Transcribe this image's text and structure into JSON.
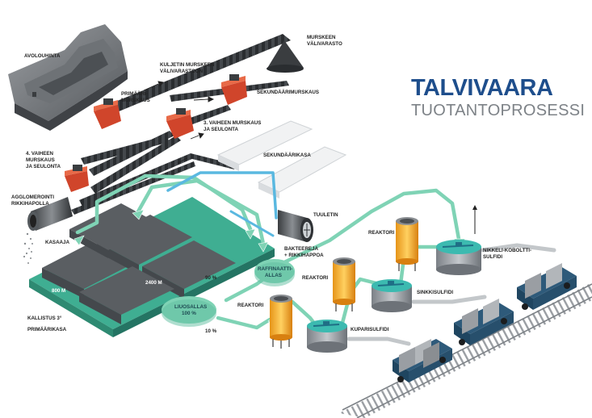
{
  "brand": {
    "title": "TALVIVAARA",
    "subtitle": "TUOTANTOPROSESSI",
    "title_color": "#1e4e8c",
    "subtitle_color": "#7d8287"
  },
  "labels": {
    "avolouhinta": "AVOLOUHINTA",
    "kuljetin_1": "KULJETIN MURSKEEN",
    "kuljetin_2": "VÄLIVARASTOON",
    "murskeen_1": "MURSKEEN",
    "murskeen_2": "VÄLIVARASTO",
    "primaari_1": "PRIMÄÄRI-",
    "primaari_2": "MURSKAUS",
    "sekundaarimurskaus": "SEKUNDÄÄRIMURSKAUS",
    "vaihe3_1": "3. VAIHEEN MURSKAUS",
    "vaihe3_2": "JA SEULONTA",
    "vaihe4_1": "4. VAIHEEN",
    "vaihe4_2": "MURSKAUS",
    "vaihe4_3": "JA SEULONTA",
    "sekundaarikasa": "SEKUNDÄÄRIKASA",
    "agglo_1": "AGGLOMEROINTI",
    "agglo_2": "RIKKIHAPOLLA",
    "kasaaja": "KASAAJA",
    "tuuletin": "TUULETIN",
    "bakteereja_1": "BAKTEEREJA",
    "bakteereja_2": "+ RIKKIHAPPOA",
    "raffinaatti_1": "RAFFINAATTI-",
    "raffinaatti_2": "ALLAS",
    "liuosallas_1": "LIUOSALLAS",
    "liuosallas_2": "100 %",
    "pct_90": "90 %",
    "pct_10": "10 %",
    "dim_800": "800 M",
    "dim_2400": "2400 M",
    "kallistus": "KALLISTUS 3°",
    "primaarikasa": "PRIMÄÄRIKASA",
    "reaktori_1": "REAKTORI",
    "reaktori_2": "REAKTORI",
    "reaktori_3": "REAKTORI",
    "kuparisulfidi": "KUPARISULFIDI",
    "sinkkisulfidi": "SINKKISULFIDI",
    "nikkeli_1": "NIKKELI-KOBOLTTI-",
    "nikkeli_2": "SULFIDI"
  },
  "colors": {
    "pipe_green": "#7fd3b5",
    "pipe_blue": "#5ab8e0",
    "conveyor": "#2a2d30",
    "crusher_red": "#d0452b",
    "reactor_yellow": "#f0b030",
    "tank_teal": "#3cbab0",
    "wagon_blue": "#2e5a7a",
    "heap_gray": "#5a5e62"
  }
}
